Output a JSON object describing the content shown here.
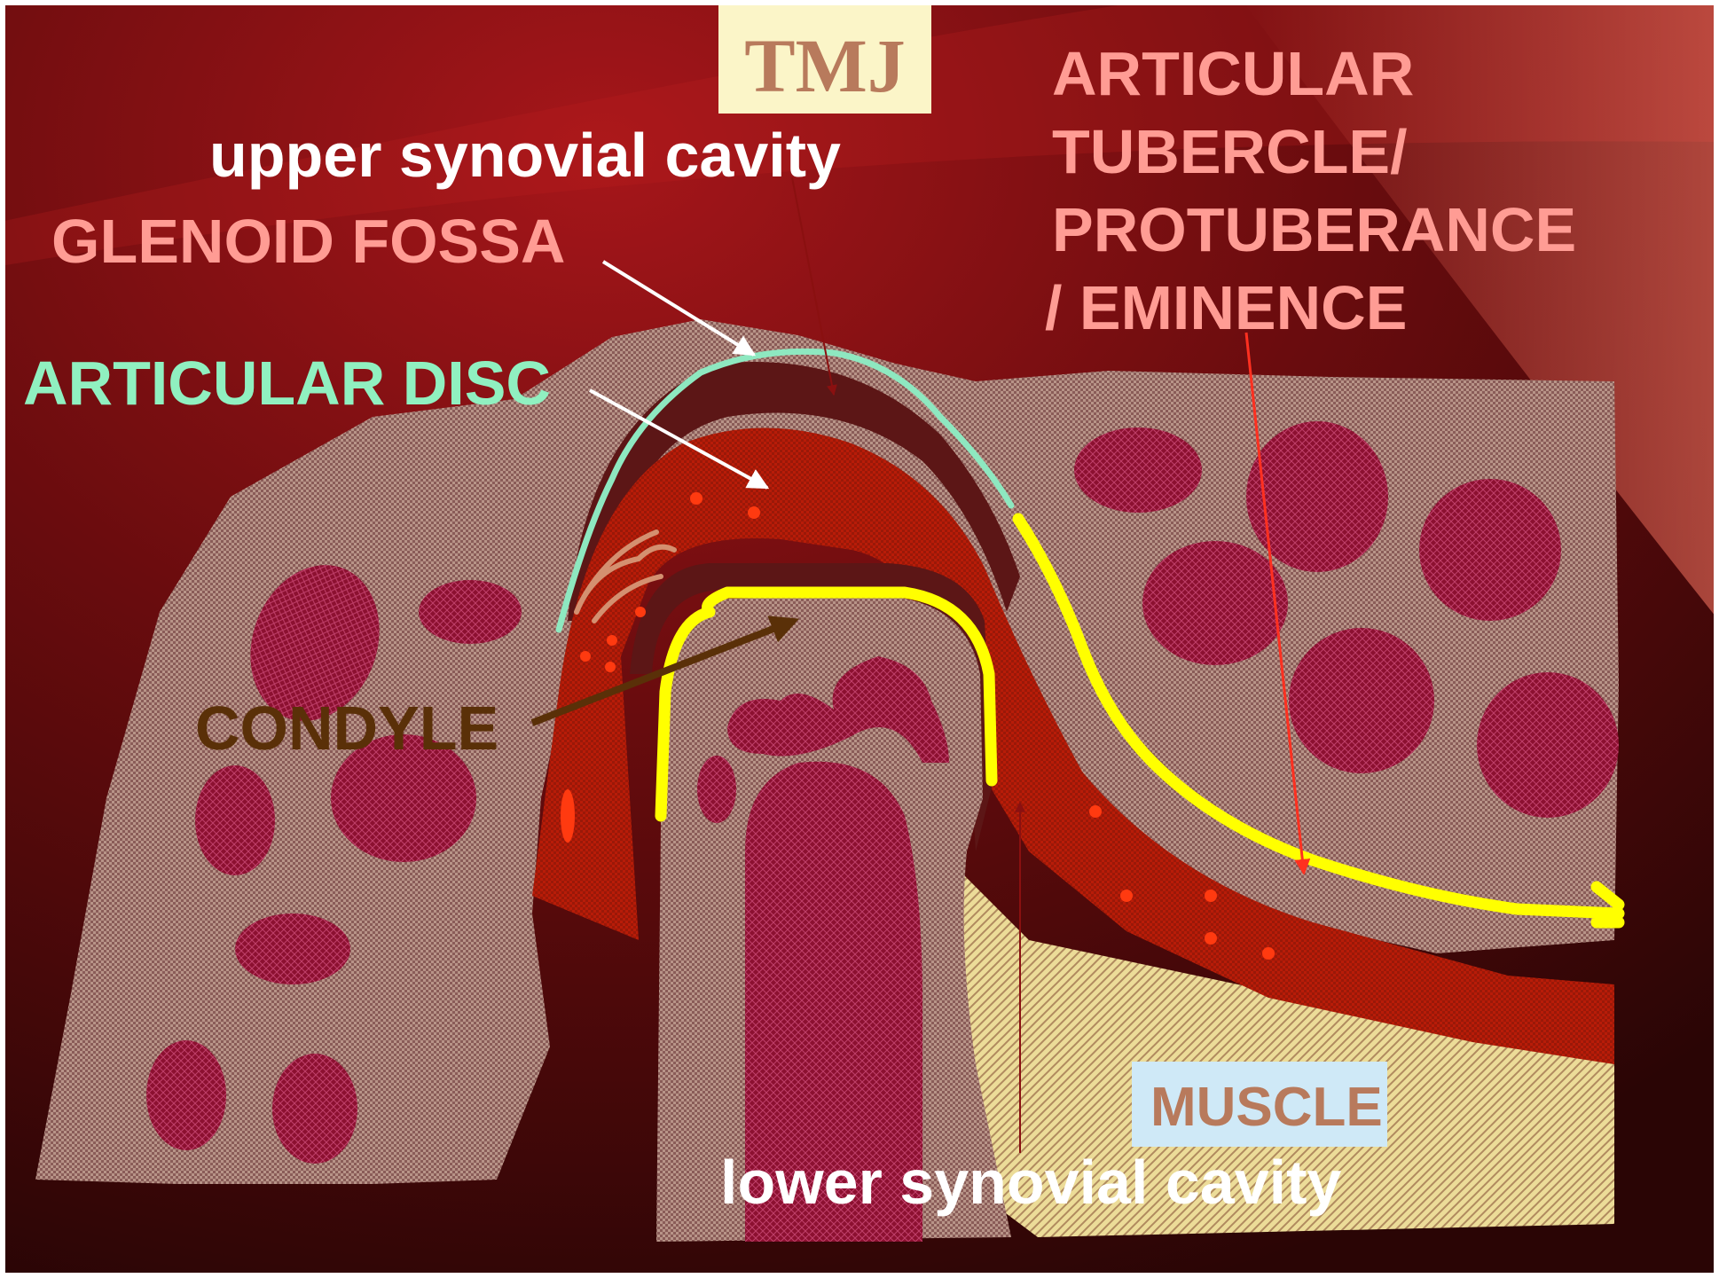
{
  "title": "TMJ",
  "labels": {
    "upper_synovial_cavity": "upper synovial cavity",
    "glenoid_fossa": "GLENOID FOSSA",
    "articular_disc": "ARTICULAR DISC",
    "articular_tubercle_line1": "ARTICULAR",
    "articular_tubercle_line2": "TUBERCLE/",
    "articular_tubercle_line3": "PROTUBERANCE",
    "articular_tubercle_line4": "/ EMINENCE",
    "condyle": "CONDYLE",
    "muscle": "MUSCLE",
    "lower_synovial_cavity": "lower synovial cavity"
  },
  "colors": {
    "background_dark": "#3a0808",
    "background_red": "#8e1418",
    "bone": "#b28e84",
    "marrow": "#8a1830",
    "disc": "#b01c08",
    "synovial_cavity": "#5e1a1a",
    "disc_outline": "#8ee8c0",
    "cartilage_outline": "#ffff00",
    "muscle": "#e8d890",
    "label_pink": "#ff9c94",
    "label_mint": "#90f0c0",
    "label_brown": "#5a3008",
    "label_white": "#ffffff",
    "title_text": "#b87a5c",
    "title_bg": "#fbf5c8",
    "muscle_label_bg": "#cfe9f7",
    "muscle_label_text": "#b87a5c"
  }
}
